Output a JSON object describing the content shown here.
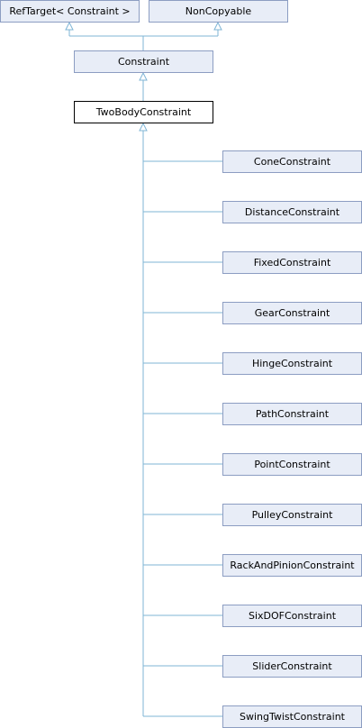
{
  "bases": [
    {
      "id": "reftarget",
      "label": "RefTarget< Constraint >"
    },
    {
      "id": "noncopyable",
      "label": "NonCopyable"
    }
  ],
  "parent": {
    "id": "constraint",
    "label": "Constraint"
  },
  "current": {
    "id": "twobody",
    "label": "TwoBodyConstraint"
  },
  "children": [
    {
      "id": "cone",
      "label": "ConeConstraint"
    },
    {
      "id": "distance",
      "label": "DistanceConstraint"
    },
    {
      "id": "fixed",
      "label": "FixedConstraint"
    },
    {
      "id": "gear",
      "label": "GearConstraint"
    },
    {
      "id": "hinge",
      "label": "HingeConstraint"
    },
    {
      "id": "path",
      "label": "PathConstraint"
    },
    {
      "id": "point",
      "label": "PointConstraint"
    },
    {
      "id": "pulley",
      "label": "PulleyConstraint"
    },
    {
      "id": "rackandpinion",
      "label": "RackAndPinionConstraint"
    },
    {
      "id": "sixdof",
      "label": "SixDOFConstraint"
    },
    {
      "id": "slider",
      "label": "SliderConstraint"
    },
    {
      "id": "swingtwist",
      "label": "SwingTwistConstraint"
    }
  ],
  "colors": {
    "node_fill": "#e8edf7",
    "node_border": "#8c9dc2",
    "current_fill": "#ffffff",
    "current_border": "#000000",
    "edge": "#7fb5d6"
  }
}
